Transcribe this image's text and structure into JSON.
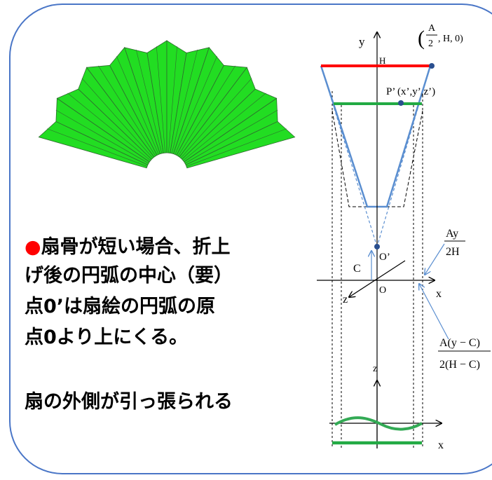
{
  "colors": {
    "frame": "#4a76c7",
    "fan_fill": "#22dd22",
    "fan_edge": "#2f6b2f",
    "red_line": "#ff0000",
    "green_line": "#22aa44",
    "blue_line": "#5a8ed0",
    "bullet": "#ff0000"
  },
  "text": {
    "bullet": "●",
    "line1": "扇骨が短い場合、折上",
    "line2": "げ後の円弧の中心（要）",
    "line3": "点0’は扇絵の円弧の原",
    "line4": "点0より上にくる。",
    "line5": "扇の外側が引っ張られる"
  },
  "diagram": {
    "y_axis": "y",
    "H": "H",
    "corner_lparen": "(",
    "corner_A": "A",
    "corner_2": "2",
    "corner_rest": ", H, 0)",
    "p_prime": "P’ (x’,y’,z’)",
    "o_prime": "O’",
    "c": "C",
    "o": "O",
    "z": "z",
    "x": "x",
    "ay_num": "Ay",
    "ay_den": "2H",
    "ac_num": "A(y − C)",
    "ac_den": "2(H − C)",
    "z2": "z",
    "x2": "x"
  }
}
